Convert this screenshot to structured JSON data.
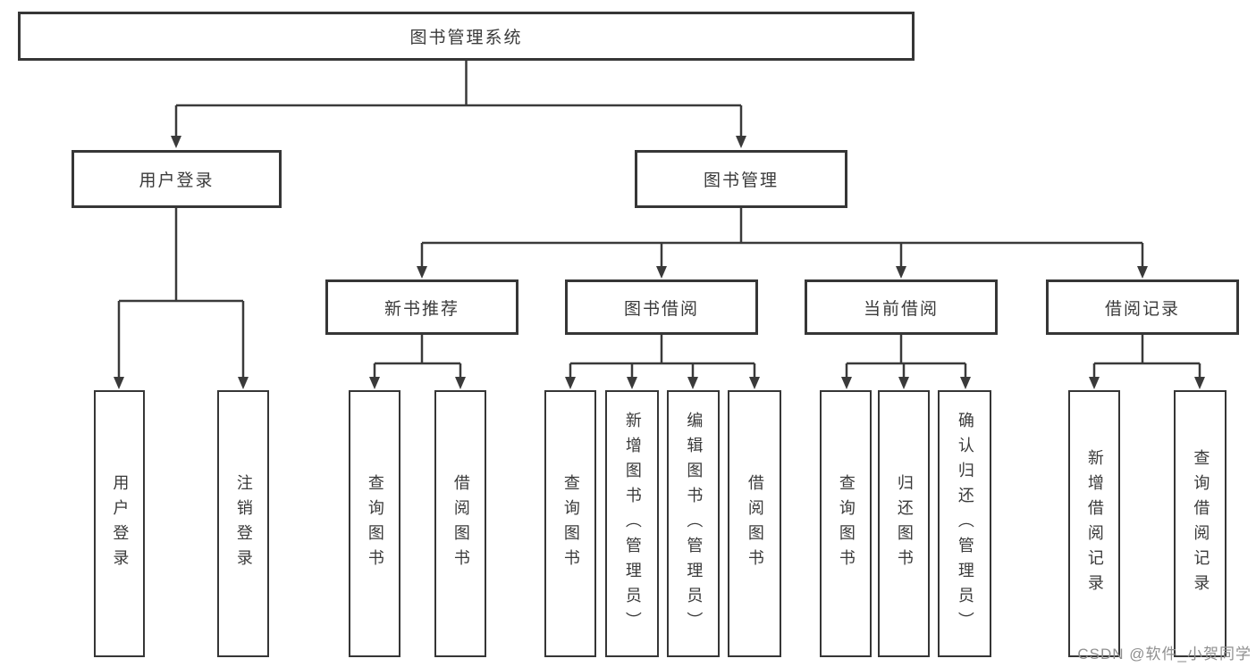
{
  "tree": {
    "label": "图书管理系统",
    "children": [
      {
        "label": "用户登录",
        "children": [
          {
            "label": "用户登录"
          },
          {
            "label": "注销登录"
          }
        ]
      },
      {
        "label": "图书管理",
        "children": [
          {
            "label": "新书推荐",
            "children": [
              {
                "label": "查询图书"
              },
              {
                "label": "借阅图书"
              }
            ]
          },
          {
            "label": "图书借阅",
            "children": [
              {
                "label": "查询图书"
              },
              {
                "label": "新增图书（管理员）"
              },
              {
                "label": "编辑图书（管理员）"
              },
              {
                "label": "借阅图书"
              }
            ]
          },
          {
            "label": "当前借阅",
            "children": [
              {
                "label": "查询图书"
              },
              {
                "label": "归还图书"
              },
              {
                "label": "确认归还（管理员）"
              }
            ]
          },
          {
            "label": "借阅记录",
            "children": [
              {
                "label": "新增借阅记录"
              },
              {
                "label": "查询借阅记录"
              }
            ]
          }
        ]
      }
    ]
  },
  "watermark": {
    "text": "CSDN @软件_小贺同学"
  },
  "colors": {
    "line": "#3a3a3a",
    "box_border": "#363636",
    "text": "#3a3a3a",
    "watermark": "#8f8f8f",
    "background": "#ffffff"
  }
}
